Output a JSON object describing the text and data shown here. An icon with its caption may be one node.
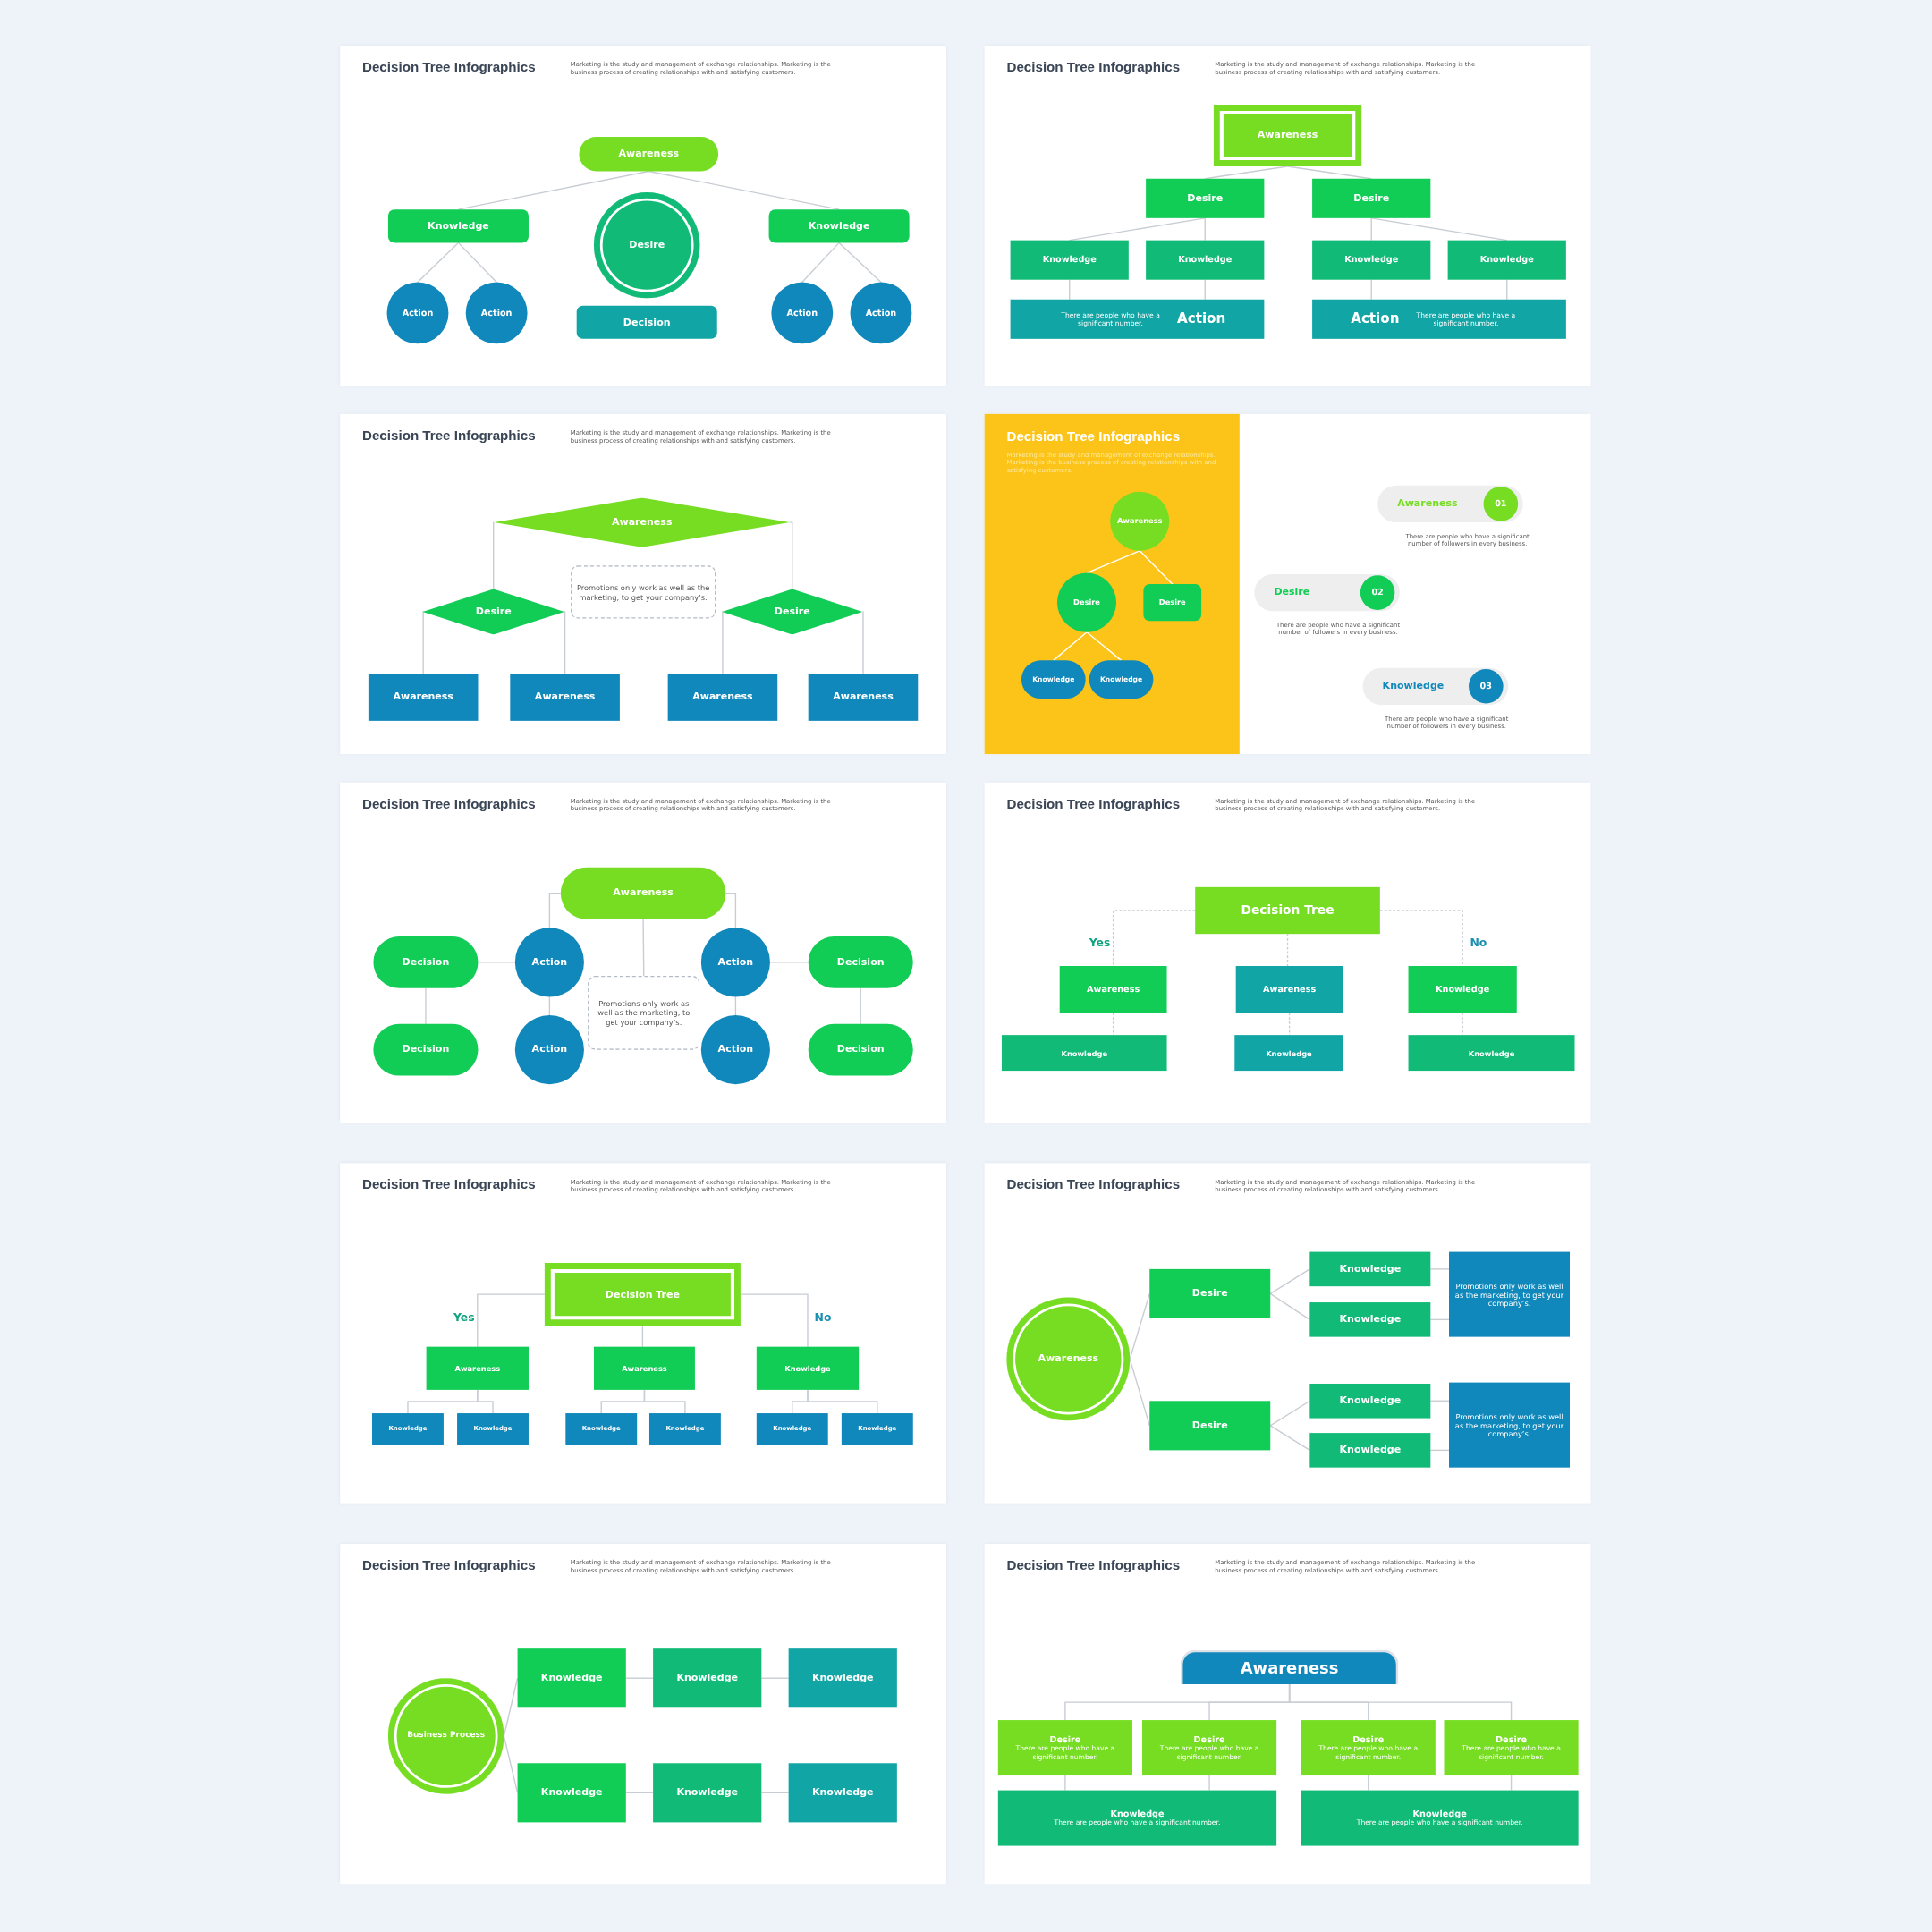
{
  "diagram": {
    "nodes": [
      {
        "text": [
          "Decision Tree Infographics",
          "Marketing is the study and management of exchange relationships. Marketing is the business process of creating relationships with and satisfying customers."
        ]
      },
      {
        "text": [
          "Awareness"
        ],
        "in": 0
      },
      {
        "text": [
          "Knowledge"
        ],
        "in": 0
      },
      {
        "text": [
          "Desire"
        ],
        "in": 0
      },
      {
        "text": [
          "Knowledge"
        ],
        "in": 0
      },
      {
        "text": [
          "Action"
        ],
        "in": 0
      },
      {
        "text": [
          "Action"
        ],
        "in": 0
      },
      {
        "text": [
          "Decision"
        ],
        "in": 0
      },
      {
        "text": [
          "Action"
        ],
        "in": 0
      },
      {
        "text": [
          "Action"
        ],
        "in": 0
      },
      {
        "text": [
          "Decision Tree Infographics",
          "Marketing is the study and management of exchange relationships. Marketing is the business process of creating relationships with and satisfying customers."
        ]
      },
      {
        "text": [
          "Awareness"
        ],
        "in": 10
      },
      {
        "text": [
          "Desire"
        ],
        "in": 10
      },
      {
        "text": [
          "Desire"
        ],
        "in": 10
      },
      {
        "text": [
          "Knowledge"
        ],
        "in": 10
      },
      {
        "text": [
          "Knowledge"
        ],
        "in": 10
      },
      {
        "text": [
          "Knowledge"
        ],
        "in": 10
      },
      {
        "text": [
          "Knowledge"
        ],
        "in": 10
      },
      {
        "text": [
          "There are people who have a significant number.",
          "Action"
        ],
        "in": 10
      },
      {
        "text": [
          "Action",
          "There are people who have a significant number."
        ],
        "in": 10
      },
      {
        "text": [
          "Decision Tree Infographics",
          "Marketing is the study and management of exchange relationships. Marketing is the business process of creating relationships with and satisfying customers."
        ]
      },
      {
        "text": [
          "Awareness"
        ],
        "in": 20
      },
      {
        "text": [
          "Promotions only work as well as the marketing, to get your company’s."
        ],
        "in": 20
      },
      {
        "text": [
          "Desire"
        ],
        "in": 20
      },
      {
        "text": [
          "Desire"
        ],
        "in": 20
      },
      {
        "text": [
          "Awareness"
        ],
        "in": 20
      },
      {
        "text": [
          "Awareness"
        ],
        "in": 20
      },
      {
        "text": [
          "Awareness"
        ],
        "in": 20
      },
      {
        "text": [
          "Awareness"
        ],
        "in": 20
      },
      {
        "text": [],
        "shape": "box"
      },
      {
        "text": [
          "Decision Tree Infographics",
          "Marketing is the study and management of exchange relationships. Marketing is the business process of creating relationships with and satisfying customers."
        ],
        "in": 29
      },
      {
        "text": [
          "Awareness"
        ],
        "in": 30
      },
      {
        "text": [
          "Desire"
        ],
        "in": 30
      },
      {
        "text": [
          "Desire"
        ],
        "in": 30
      },
      {
        "text": [
          "Knowledge"
        ],
        "in": 30
      },
      {
        "text": [
          "Knowledge"
        ],
        "in": 30
      },
      {
        "text": [
          "Awareness"
        ],
        "in": 29,
        "beside": [
          "There are people who have a significant number of followers in every business."
        ]
      },
      {
        "text": [
          "01"
        ],
        "in": 36
      },
      {
        "text": [
          "Desire"
        ],
        "in": 29,
        "beside": [
          "There are people who have a significant number of followers in every business."
        ]
      },
      {
        "text": [
          "02"
        ],
        "in": 38
      },
      {
        "text": [
          "Knowledge"
        ],
        "in": 29,
        "beside": [
          "There are people who have a significant number of followers in every business."
        ]
      },
      {
        "text": [
          "03"
        ],
        "in": 40
      },
      {
        "text": [
          "Decision Tree Infographics",
          "Marketing is the study and management of exchange relationships. Marketing is the business process of creating relationships with and satisfying customers."
        ]
      },
      {
        "text": [
          "Awareness"
        ],
        "in": 42
      },
      {
        "text": [
          "Decision"
        ],
        "in": 42
      },
      {
        "text": [
          "Action"
        ],
        "in": 42
      },
      {
        "text": [
          "Action"
        ],
        "in": 42
      },
      {
        "text": [
          "Decision"
        ],
        "in": 42
      },
      {
        "text": [
          "Promotions only work as well as the marketing, to get your company’s."
        ],
        "in": 42
      },
      {
        "text": [
          "Decision"
        ],
        "in": 42
      },
      {
        "text": [
          "Action"
        ],
        "in": 42
      },
      {
        "text": [
          "Action"
        ],
        "in": 42
      },
      {
        "text": [
          "Decision"
        ],
        "in": 42
      },
      {
        "text": [
          "Decision Tree Infographics",
          "Marketing is the study and management of exchange relationships. Marketing is the business process of creating relationships with and satisfying customers."
        ]
      },
      {
        "text": [
          "Decision Tree"
        ],
        "in": 53
      },
      {
        "text": [
          "Awareness"
        ],
        "in": 53
      },
      {
        "text": [
          "Awareness"
        ],
        "in": 53
      },
      {
        "text": [
          "Knowledge"
        ],
        "in": 53
      },
      {
        "text": [
          "Knowledge"
        ],
        "in": 53
      },
      {
        "text": [
          "Knowledge"
        ],
        "in": 53
      },
      {
        "text": [
          "Knowledge"
        ],
        "in": 53
      },
      {
        "text": [
          "Decision Tree Infographics",
          "Marketing is the study and management of exchange relationships. Marketing is the business process of creating relationships with and satisfying customers."
        ]
      },
      {
        "text": [
          "Decision Tree"
        ],
        "in": 61
      },
      {
        "text": [
          "Awareness"
        ],
        "in": 61
      },
      {
        "text": [
          "Awareness"
        ],
        "in": 61
      },
      {
        "text": [
          "Knowledge"
        ],
        "in": 61
      },
      {
        "text": [
          "Knowledge"
        ],
        "in": 61
      },
      {
        "text": [
          "Knowledge"
        ],
        "in": 61
      },
      {
        "text": [
          "Knowledge"
        ],
        "in": 61
      },
      {
        "text": [
          "Knowledge"
        ],
        "in": 61
      },
      {
        "text": [
          "Knowledge"
        ],
        "in": 61
      },
      {
        "text": [
          "Knowledge"
        ],
        "in": 61
      },
      {
        "text": [
          "Decision Tree Infographics",
          "Marketing is the study and management of exchange relationships. Marketing is the business process of creating relationships with and satisfying customers."
        ]
      },
      {
        "text": [
          "Awareness"
        ],
        "in": 72
      },
      {
        "text": [
          "Desire"
        ],
        "in": 72
      },
      {
        "text": [
          "Knowledge"
        ],
        "in": 72
      },
      {
        "text": [
          "Knowledge"
        ],
        "in": 72
      },
      {
        "text": [
          "Promotions only work as well as the marketing, to get your company’s."
        ],
        "in": 72
      },
      {
        "text": [
          "Desire"
        ],
        "in": 72
      },
      {
        "text": [
          "Knowledge"
        ],
        "in": 72
      },
      {
        "text": [
          "Knowledge"
        ],
        "in": 72
      },
      {
        "text": [
          "Promotions only work as well as the marketing, to get your company’s."
        ],
        "in": 72
      },
      {
        "text": [
          "Decision Tree Infographics",
          "Marketing is the study and management of exchange relationships. Marketing is the business process of creating relationships with and satisfying customers."
        ]
      },
      {
        "text": [
          "Business Process"
        ],
        "in": 82
      },
      {
        "text": [
          "Knowledge"
        ],
        "in": 82
      },
      {
        "text": [
          "Knowledge"
        ],
        "in": 82
      },
      {
        "text": [
          "Knowledge"
        ],
        "in": 82
      },
      {
        "text": [
          "Knowledge"
        ],
        "in": 82
      },
      {
        "text": [
          "Knowledge"
        ],
        "in": 82
      },
      {
        "text": [
          "Knowledge"
        ],
        "in": 82
      },
      {
        "text": [
          "Decision Tree Infographics",
          "Marketing is the study and management of exchange relationships. Marketing is the business process of creating relationships with and satisfying customers."
        ]
      },
      {
        "text": [
          "Awareness"
        ],
        "in": 90
      },
      {
        "text": [
          "Desire",
          "There are people who have a significant number."
        ],
        "in": 90
      },
      {
        "text": [
          "Desire",
          "There are people who have a significant number."
        ],
        "in": 90
      },
      {
        "text": [
          "Desire",
          "There are people who have a significant number."
        ],
        "in": 90
      },
      {
        "text": [
          "Desire",
          "There are people who have a significant number."
        ],
        "in": 90
      },
      {
        "text": [
          "Knowledge",
          "There are people who have a significant number."
        ],
        "in": 90
      },
      {
        "text": [
          "Knowledge",
          "There are people who have a significant number."
        ],
        "in": 90
      }
    ],
    "edges": [
      {
        "from": 1,
        "to": 2,
        "arrow": "none"
      },
      {
        "from": 1,
        "to": 4,
        "arrow": "none"
      },
      {
        "from": 2,
        "to": 5,
        "arrow": "none"
      },
      {
        "from": 2,
        "to": 6,
        "arrow": "none"
      },
      {
        "from": 4,
        "to": 8,
        "arrow": "none"
      },
      {
        "from": 4,
        "to": 9,
        "arrow": "none"
      },
      {
        "from": 11,
        "to": 12,
        "arrow": "none"
      },
      {
        "from": 11,
        "to": 13,
        "arrow": "none"
      },
      {
        "from": 12,
        "to": 14,
        "arrow": "none"
      },
      {
        "from": 12,
        "to": 15,
        "arrow": "none"
      },
      {
        "from": 13,
        "to": 16,
        "arrow": "none"
      },
      {
        "from": 13,
        "to": 17,
        "arrow": "none"
      },
      {
        "from": 14,
        "to": 18,
        "arrow": "none"
      },
      {
        "from": 15,
        "to": 18,
        "arrow": "none"
      },
      {
        "from": 16,
        "to": 19,
        "arrow": "none"
      },
      {
        "from": 17,
        "to": 19,
        "arrow": "none"
      },
      {
        "from": 21,
        "to": 23,
        "arrow": "none"
      },
      {
        "from": 21,
        "to": 24,
        "arrow": "none"
      },
      {
        "from": 23,
        "to": 25,
        "arrow": "none"
      },
      {
        "from": 23,
        "to": 26,
        "arrow": "none"
      },
      {
        "from": 24,
        "to": 27,
        "arrow": "none"
      },
      {
        "from": 24,
        "to": 28,
        "arrow": "none"
      },
      {
        "from": 31,
        "to": 32,
        "arrow": "none",
        "color": "#ffffff"
      },
      {
        "from": 31,
        "to": 33,
        "arrow": "none",
        "color": "#ffffff"
      },
      {
        "from": 32,
        "to": 34,
        "arrow": "none",
        "color": "#ffffff"
      },
      {
        "from": 32,
        "to": 35,
        "arrow": "none",
        "color": "#ffffff"
      },
      {
        "from": 43,
        "to": 45,
        "arrow": "none"
      },
      {
        "from": 43,
        "to": 46,
        "arrow": "none"
      },
      {
        "from": 43,
        "to": 48,
        "arrow": "none"
      },
      {
        "from": 45,
        "to": 44,
        "arrow": "none"
      },
      {
        "from": 46,
        "to": 47,
        "arrow": "none"
      },
      {
        "from": 44,
        "to": 49,
        "arrow": "none"
      },
      {
        "from": 45,
        "to": 50,
        "arrow": "none"
      },
      {
        "from": 46,
        "to": 51,
        "arrow": "none"
      },
      {
        "from": 47,
        "to": 52,
        "arrow": "none"
      },
      {
        "from": 54,
        "to": 55,
        "arrow": "none",
        "label": "Yes",
        "style": "dashed"
      },
      {
        "from": 54,
        "to": 56,
        "arrow": "none",
        "style": "dashed"
      },
      {
        "from": 54,
        "to": 57,
        "arrow": "none",
        "label": "No",
        "style": "dashed"
      },
      {
        "from": 55,
        "to": 58,
        "arrow": "none",
        "style": "dashed"
      },
      {
        "from": 56,
        "to": 59,
        "arrow": "none",
        "style": "dashed"
      },
      {
        "from": 57,
        "to": 60,
        "arrow": "none",
        "style": "dashed"
      },
      {
        "from": 62,
        "to": 63,
        "arrow": "none",
        "label": "Yes"
      },
      {
        "from": 62,
        "to": 64,
        "arrow": "none"
      },
      {
        "from": 62,
        "to": 65,
        "arrow": "none",
        "label": "No"
      },
      {
        "from": 63,
        "to": 66,
        "arrow": "none"
      },
      {
        "from": 63,
        "to": 67,
        "arrow": "none"
      },
      {
        "from": 64,
        "to": 68,
        "arrow": "none"
      },
      {
        "from": 64,
        "to": 69,
        "arrow": "none"
      },
      {
        "from": 65,
        "to": 70,
        "arrow": "none"
      },
      {
        "from": 65,
        "to": 71,
        "arrow": "none"
      },
      {
        "from": 73,
        "to": 74,
        "arrow": "none"
      },
      {
        "from": 73,
        "to": 78,
        "arrow": "none"
      },
      {
        "from": 74,
        "to": 75,
        "arrow": "none"
      },
      {
        "from": 74,
        "to": 76,
        "arrow": "none"
      },
      {
        "from": 75,
        "to": 77,
        "arrow": "none"
      },
      {
        "from": 76,
        "to": 77,
        "arrow": "none"
      },
      {
        "from": 78,
        "to": 79,
        "arrow": "none"
      },
      {
        "from": 78,
        "to": 80,
        "arrow": "none"
      },
      {
        "from": 79,
        "to": 81,
        "arrow": "none"
      },
      {
        "from": 80,
        "to": 81,
        "arrow": "none"
      },
      {
        "from": 83,
        "to": 84,
        "arrow": "none"
      },
      {
        "from": 83,
        "to": 87,
        "arrow": "none"
      },
      {
        "from": 84,
        "to": 85,
        "arrow": "none"
      },
      {
        "from": 85,
        "to": 86,
        "arrow": "none"
      },
      {
        "from": 87,
        "to": 88,
        "arrow": "none"
      },
      {
        "from": 88,
        "to": 89,
        "arrow": "none"
      },
      {
        "from": 91,
        "to": 92,
        "arrow": "none"
      },
      {
        "from": 91,
        "to": 93,
        "arrow": "none"
      },
      {
        "from": 91,
        "to": 94,
        "arrow": "none"
      },
      {
        "from": 91,
        "to": 95,
        "arrow": "none"
      },
      {
        "from": 92,
        "to": 96,
        "arrow": "none"
      },
      {
        "from": 93,
        "to": 96,
        "arrow": "none"
      },
      {
        "from": 94,
        "to": 97,
        "arrow": "none"
      },
      {
        "from": 95,
        "to": 97,
        "arrow": "none"
      }
    ]
  }
}
